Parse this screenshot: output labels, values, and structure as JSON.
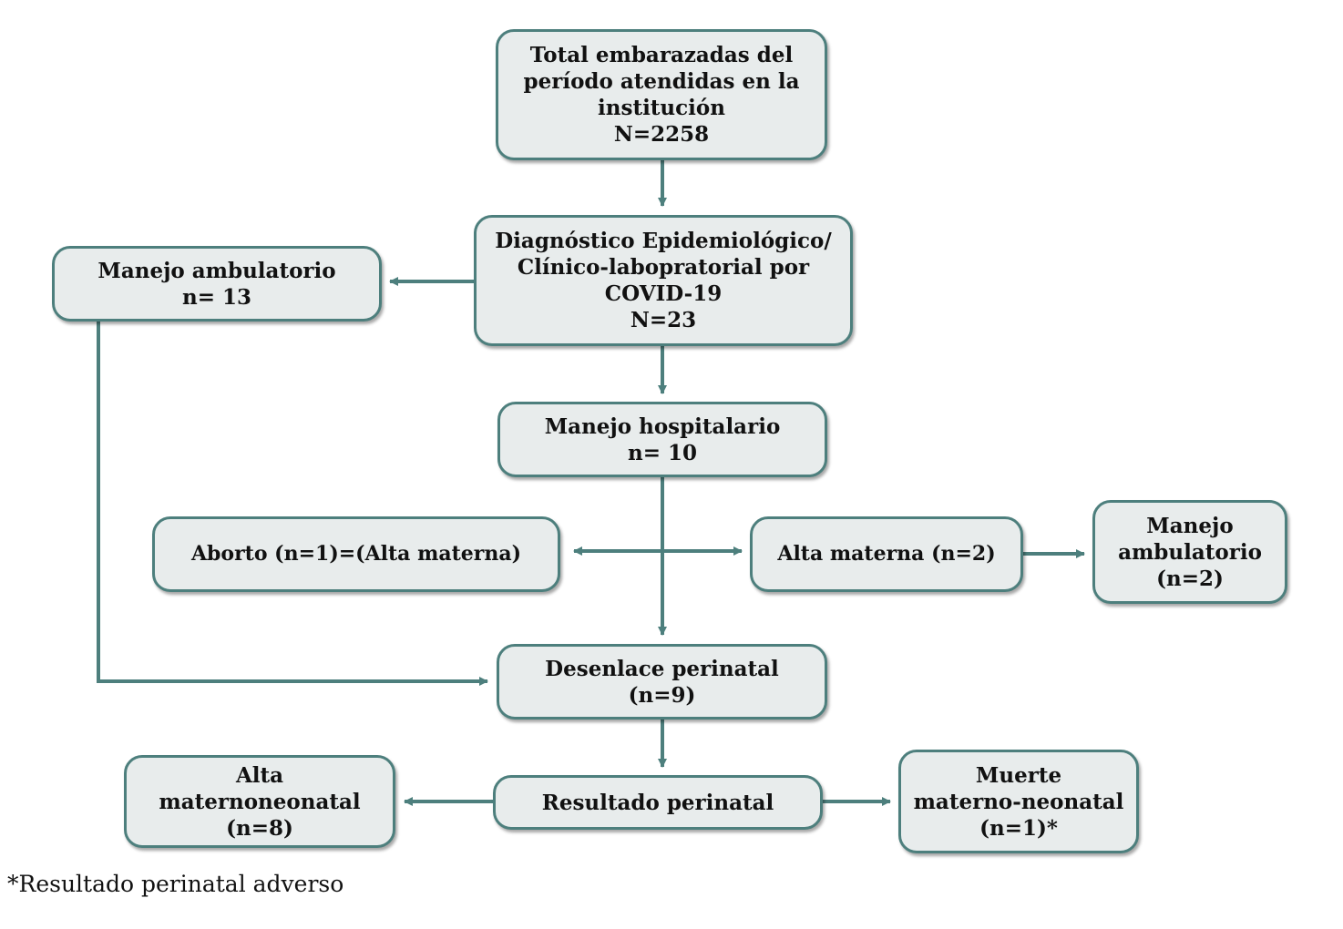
{
  "boxes": {
    "total": {
      "lines": [
        "Total embarazadas del",
        "período atendidas en la",
        "institución",
        "N=2258"
      ]
    },
    "diagnostico": {
      "lines": [
        "Diagnóstico Epidemiológico/",
        "Clínico-labopratorial por",
        "COVID-19",
        "N=23"
      ]
    },
    "manejo_ambulatorio": {
      "lines": [
        "Manejo ambulatorio",
        "n= 13"
      ]
    },
    "manejo_hospitalario": {
      "lines": [
        "Manejo hospitalario",
        "n= 10"
      ]
    },
    "aborto": {
      "lines": [
        "Aborto (n=1)=(Alta materna)"
      ]
    },
    "alta_materna": {
      "lines": [
        "Alta materna (n=2)"
      ]
    },
    "manejo_ambulatorio_2": {
      "lines": [
        "Manejo",
        "ambulatorio",
        "(n=2)"
      ]
    },
    "desenlace": {
      "lines": [
        "Desenlace perinatal",
        "(n=9)"
      ]
    },
    "resultado": {
      "lines": [
        "Resultado perinatal"
      ]
    },
    "alta_maternoneonatal": {
      "lines": [
        "Alta",
        "maternoneonatal",
        "(n=8)"
      ]
    },
    "muerte": {
      "lines": [
        "Muerte",
        "materno-neonatal",
        "(n=1)*"
      ]
    }
  },
  "footnote": "*Resultado perinatal adverso",
  "colors": {
    "box_fill": "#e8ecec",
    "box_border": "#4d7f7d",
    "connector": "#4d7f7d",
    "text": "#111111"
  }
}
